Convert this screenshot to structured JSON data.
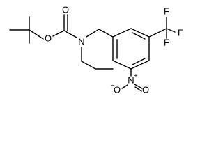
{
  "molecule": {
    "atoms": {
      "carbonyl_o": "O",
      "ester_o": "O",
      "ring_n": "N",
      "nitro_n": "N",
      "nitro_o_left": "O",
      "nitro_o_right": "O",
      "f_top": "F",
      "f_right": "F",
      "f_bottom": "F"
    },
    "charges": {
      "nitro_n": "+",
      "nitro_o_left": "−"
    }
  }
}
